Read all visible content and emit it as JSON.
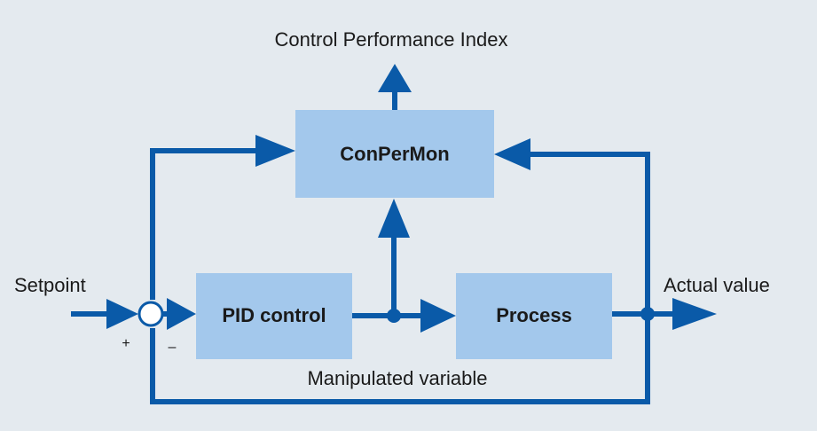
{
  "blocks": {
    "conpermon": "ConPerMon",
    "pid": "PID control",
    "process": "Process"
  },
  "labels": {
    "output_index": "Control Performance Index",
    "setpoint": "Setpoint",
    "actual_value": "Actual value",
    "manipulated_variable": "Manipulated variable",
    "plus": "+",
    "minus": "–"
  },
  "colors": {
    "line": "#0a5aa8",
    "block_fill": "#a3c8ec",
    "background": "#e4eaef"
  }
}
